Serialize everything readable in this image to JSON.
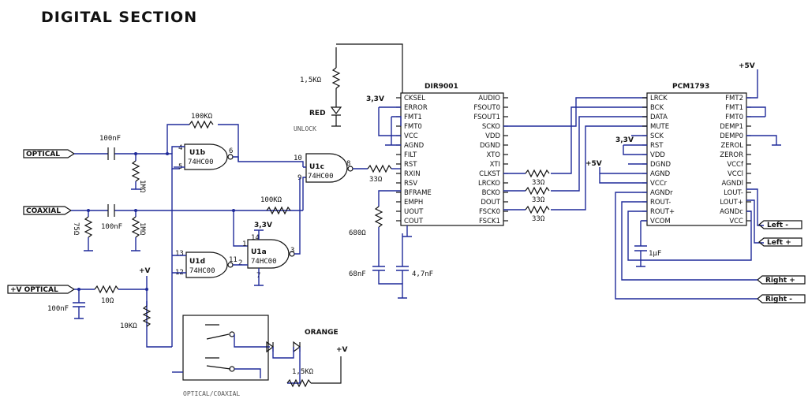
{
  "title": "DIGITAL SECTION",
  "connectors": {
    "optical": "OPTICAL",
    "coaxial": "COAXIAL",
    "v_optical": "+V OPTICAL",
    "left_minus": "Left -",
    "left_plus": "Left +",
    "right_plus": "Right +",
    "right_minus": "Right -"
  },
  "gates": {
    "u1a": "U1a",
    "u1b": "U1b",
    "u1c": "U1c",
    "u1d": "U1d",
    "part": "74HC00",
    "pin_u1b_in1": "4",
    "pin_u1b_in2": "5",
    "pin_u1b_out": "6",
    "pin_u1c_in1": "10",
    "pin_u1c_in2": "9",
    "pin_u1c_out": "8",
    "pin_u1d_in1": "13",
    "pin_u1d_in2": "12",
    "pin_u1d_out": "11",
    "pin_u1a_in1": "1",
    "pin_u1a_in2": "2",
    "pin_u1a_out": "3",
    "pin_vcc": "14",
    "pin_gnd": "7"
  },
  "components": {
    "c_optical": "100nF",
    "r_optical": "1MΩ",
    "r_fb": "100KΩ",
    "c_coax": "100nF",
    "r_coax_term": "75Ω",
    "r_coax": "1MΩ",
    "r_coax_fb": "100KΩ",
    "r_vopt": "10Ω",
    "c_vopt": "100nF",
    "r_pullup": "10KΩ",
    "r_led": "1,5KΩ",
    "led_red": "RED",
    "unlock": "UNLOCK",
    "r_rxin": "33Ω",
    "r_bck1": "33Ω",
    "r_bck2": "33Ω",
    "r_bck3": "33Ω",
    "r_680": "680Ω",
    "c_68n": "68nF",
    "c_47u": "4,7nF",
    "c_1u": "1μF",
    "led_orange": "ORANGE",
    "r_orange": "1,5KΩ",
    "switch": "OPTICAL/COAXIAL"
  },
  "rails": {
    "v33_a": "3,3V",
    "v33_b": "3,3V",
    "v33_c": "3,3V",
    "v5_a": "+5V",
    "v5_b": "+5V",
    "vplus_a": "+V",
    "vplus_b": "+V"
  },
  "dir9001": {
    "name": "DIR9001",
    "left_pins": [
      "CKSEL",
      "ERROR",
      "FMT1",
      "FMT0",
      "VCC",
      "AGND",
      "FILT",
      "RST",
      "RXIN",
      "RSV",
      "BFRAME",
      "EMPH",
      "UOUT",
      "COUT"
    ],
    "right_pins": [
      "AUDIO",
      "FSOUT0",
      "FSOUT1",
      "SCKO",
      "VDD",
      "DGND",
      "XTO",
      "XTI",
      "CLKST",
      "LRCKO",
      "BCKO",
      "DOUT",
      "FSCK0",
      "FSCK1"
    ]
  },
  "pcm1793": {
    "name": "PCM1793",
    "left_pins": [
      "LRCK",
      "BCK",
      "DATA",
      "MUTE",
      "SCK",
      "RST",
      "VDD",
      "DGND",
      "AGND",
      "VCCr",
      "AGNDr",
      "ROUT-",
      "ROUT+",
      "VCOM"
    ],
    "right_pins": [
      "FMT2",
      "FMT1",
      "FMT0",
      "DEMP1",
      "DEMP0",
      "ZEROL",
      "ZEROR",
      "VCCf",
      "VCCl",
      "AGNDl",
      "LOUT-",
      "LOUT+",
      "AGNDc",
      "VCC"
    ]
  }
}
